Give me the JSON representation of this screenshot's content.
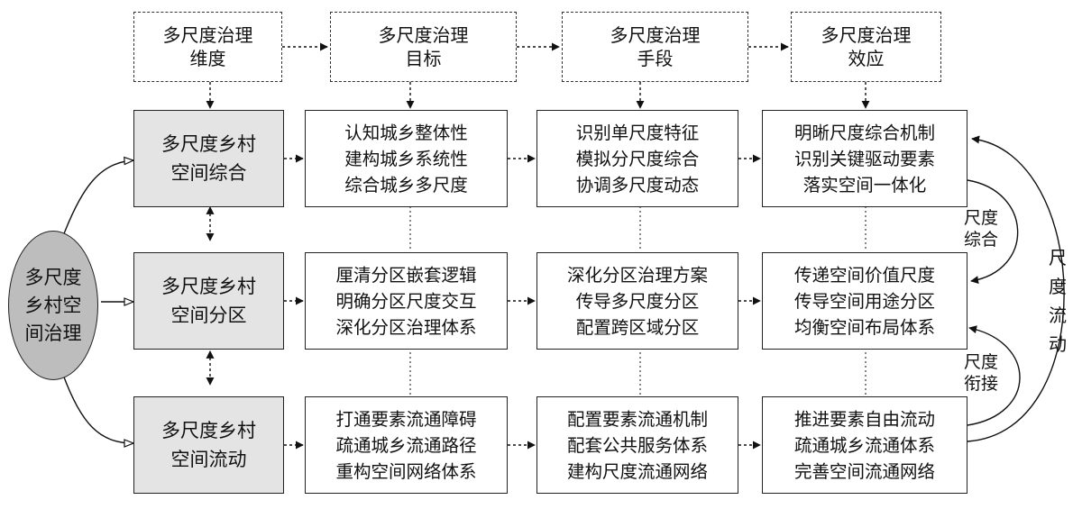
{
  "header": {
    "dimension": [
      "多尺度治理",
      "维度"
    ],
    "goal": [
      "多尺度治理",
      "目标"
    ],
    "means": [
      "多尺度治理",
      "手段"
    ],
    "effect": [
      "多尺度治理",
      "效应"
    ]
  },
  "center": [
    "多尺度",
    "乡村空",
    "间治理"
  ],
  "rows": [
    {
      "dimension": [
        "多尺度乡村",
        "空间综合"
      ],
      "goal": [
        "认知城乡整体性",
        "建构城乡系统性",
        "综合城乡多尺度"
      ],
      "means": [
        "识别单尺度特征",
        "模拟分尺度综合",
        "协调多尺度动态"
      ],
      "effect": [
        "明晰尺度综合机制",
        "识别关键驱动要素",
        "落实空间一体化"
      ]
    },
    {
      "dimension": [
        "多尺度乡村",
        "空间分区"
      ],
      "goal": [
        "厘清分区嵌套逻辑",
        "明确分区尺度交互",
        "深化分区治理体系"
      ],
      "means": [
        "深化分区治理方案",
        "传导多尺度分区",
        "配置跨区域分区"
      ],
      "effect": [
        "传递空间价值尺度",
        "传导空间用途分区",
        "均衡空间布局体系"
      ]
    },
    {
      "dimension": [
        "多尺度乡村",
        "空间流动"
      ],
      "goal": [
        "打通要素流通障碍",
        "疏通城乡流通路径",
        "重构空间网络体系"
      ],
      "means": [
        "配置要素流通机制",
        "配套公共服务体系",
        "建构尺度流通网络"
      ],
      "effect": [
        "推进要素自由流动",
        "疏通城乡流通体系",
        "完善空间流通网络"
      ]
    }
  ],
  "side_labels": {
    "scale_synthesis": [
      "尺度",
      "综合"
    ],
    "scale_linkage": [
      "尺度",
      "衔接"
    ],
    "scale_flow": [
      "尺",
      "度",
      "流",
      "动"
    ]
  }
}
